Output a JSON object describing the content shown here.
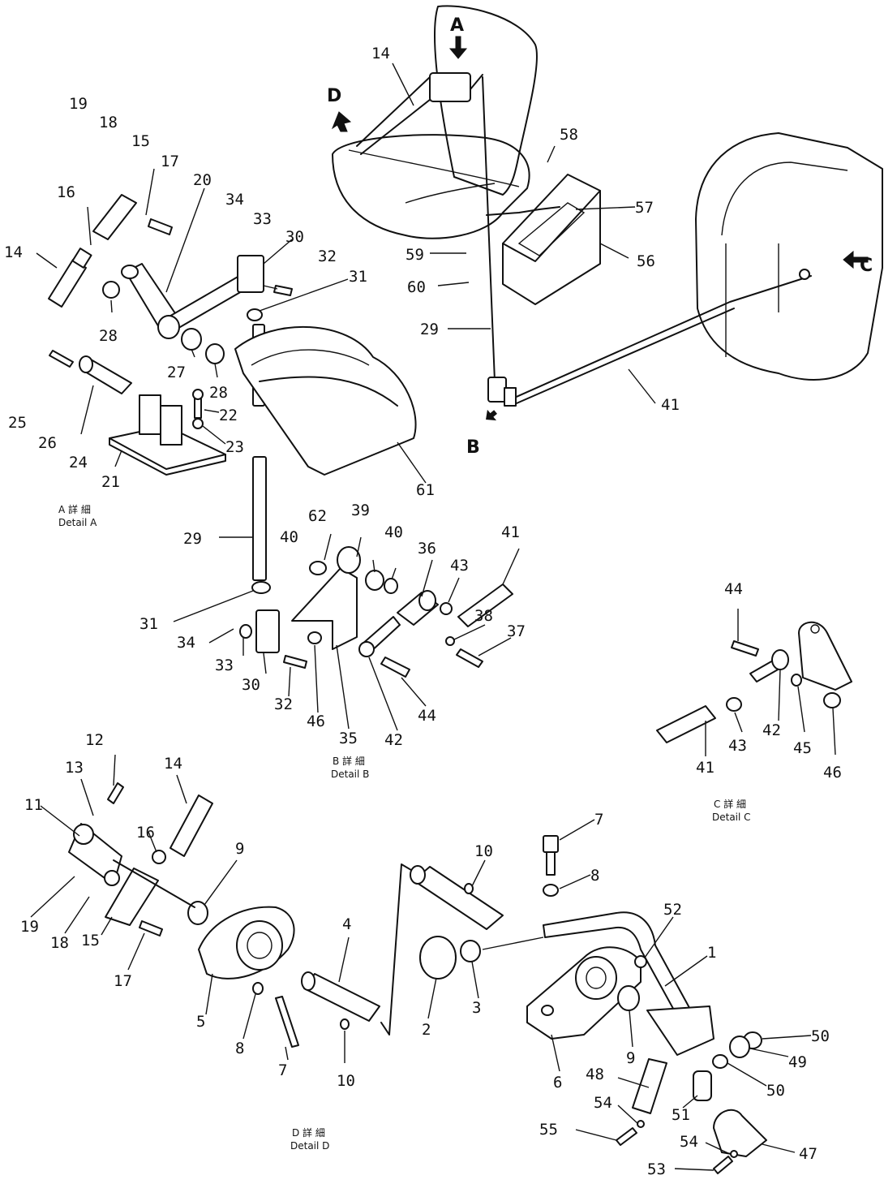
{
  "view_letters": [
    {
      "id": "A",
      "text": "A"
    },
    {
      "id": "B",
      "text": "B"
    },
    {
      "id": "C",
      "text": "C"
    },
    {
      "id": "D",
      "text": "D"
    }
  ],
  "captions": [
    {
      "id": "cap-a",
      "jp": "A 詳 細",
      "en": "Detail A"
    },
    {
      "id": "cap-b",
      "jp": "B 詳 細",
      "en": "Detail B"
    },
    {
      "id": "cap-c",
      "jp": "C 詳 細",
      "en": "Detail C"
    },
    {
      "id": "cap-d",
      "jp": "D 詳 細",
      "en": "Detail D"
    }
  ],
  "part_numbers": {
    "overview": [
      "14",
      "58",
      "57",
      "56",
      "59",
      "60",
      "29",
      "41"
    ],
    "detail_a": [
      "19",
      "18",
      "15",
      "17",
      "20",
      "34",
      "33",
      "30",
      "32",
      "31",
      "16",
      "14",
      "28",
      "27",
      "28",
      "25",
      "26",
      "24",
      "21",
      "22",
      "23",
      "61",
      "29"
    ],
    "detail_b": [
      "62",
      "39",
      "40",
      "40",
      "36",
      "43",
      "41",
      "38",
      "37",
      "31",
      "34",
      "33",
      "30",
      "32",
      "46",
      "35",
      "42",
      "44"
    ],
    "detail_c": [
      "44",
      "41",
      "43",
      "42",
      "45",
      "46"
    ],
    "detail_d": [
      "12",
      "14",
      "13",
      "11",
      "16",
      "9",
      "19",
      "18",
      "15",
      "17",
      "5",
      "8",
      "7",
      "4",
      "10",
      "2",
      "3",
      "7",
      "8",
      "10",
      "52",
      "1",
      "6",
      "9",
      "50",
      "49",
      "50",
      "48",
      "54",
      "55",
      "51",
      "54",
      "47",
      "53"
    ]
  }
}
